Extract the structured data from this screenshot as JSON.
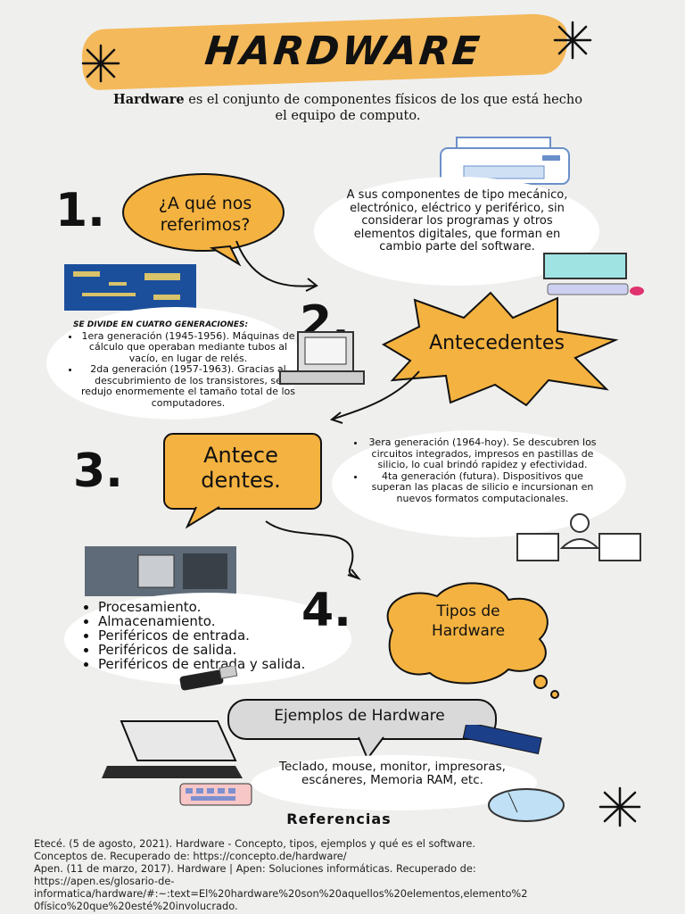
{
  "title": "HARDWARE",
  "intro": {
    "bold": "Hardware",
    "rest": " es el conjunto de componentes físicos de los que está hecho el equipo de computo."
  },
  "section1": {
    "number": "1.",
    "bubble": "¿A qué nos referimos?",
    "text": "A sus componentes de tipo mecánico, electrónico, eléctrico y periférico, sin considerar los programas y otros elementos digitales, que forman en cambio parte del software."
  },
  "section2": {
    "number": "2.",
    "bubble": "Antecedentes",
    "heading": "SE DIVIDE EN CUATRO GENERACIONES:",
    "items": [
      "1era generación (1945-1956). Máquinas de cálculo que operaban mediante tubos al vacío, en lugar de relés.",
      "2da generación (1957-1963). Gracias al descubrimiento de los transistores, se redujo enormemente el tamaño total de los computadores."
    ]
  },
  "section3": {
    "number": "3.",
    "bubble": "Antece dentes.",
    "items": [
      "3era generación (1964-hoy). Se descubren los circuitos integrados, impresos en pastillas de silicio, lo cual brindó rapidez y efectividad.",
      "4ta generación (futura). Dispositivos que superan las placas de silicio e incursionan en nuevos formatos computacionales."
    ]
  },
  "section4": {
    "number": "4.",
    "bubble": "Tipos de Hardware",
    "items": [
      "Procesamiento.",
      "Almacenamiento.",
      "Periféricos de entrada.",
      "Periféricos de salida.",
      "Periféricos de entrada y salida."
    ]
  },
  "examples": {
    "label": "Ejemplos de Hardware",
    "text": "Teclado, mouse, monitor, impresoras, escáneres, Memoria RAM, etc."
  },
  "references": {
    "heading": "Referencias",
    "lines": [
      "Etecé. (5 de agosto, 2021). Hardware - Concepto, tipos, ejemplos y qué es el software.",
      "Conceptos de. Recuperado de: https://concepto.de/hardware/",
      "Apen. (11 de marzo, 2017). Hardware | Apen: Soluciones informáticas. Recuperado de:",
      "https://apen.es/glosario-de-",
      "informatica/hardware/#:~:text=El%20hardware%20son%20aquellos%20elementos,elemento%2",
      "0físico%20que%20esté%20involucrado."
    ]
  }
}
